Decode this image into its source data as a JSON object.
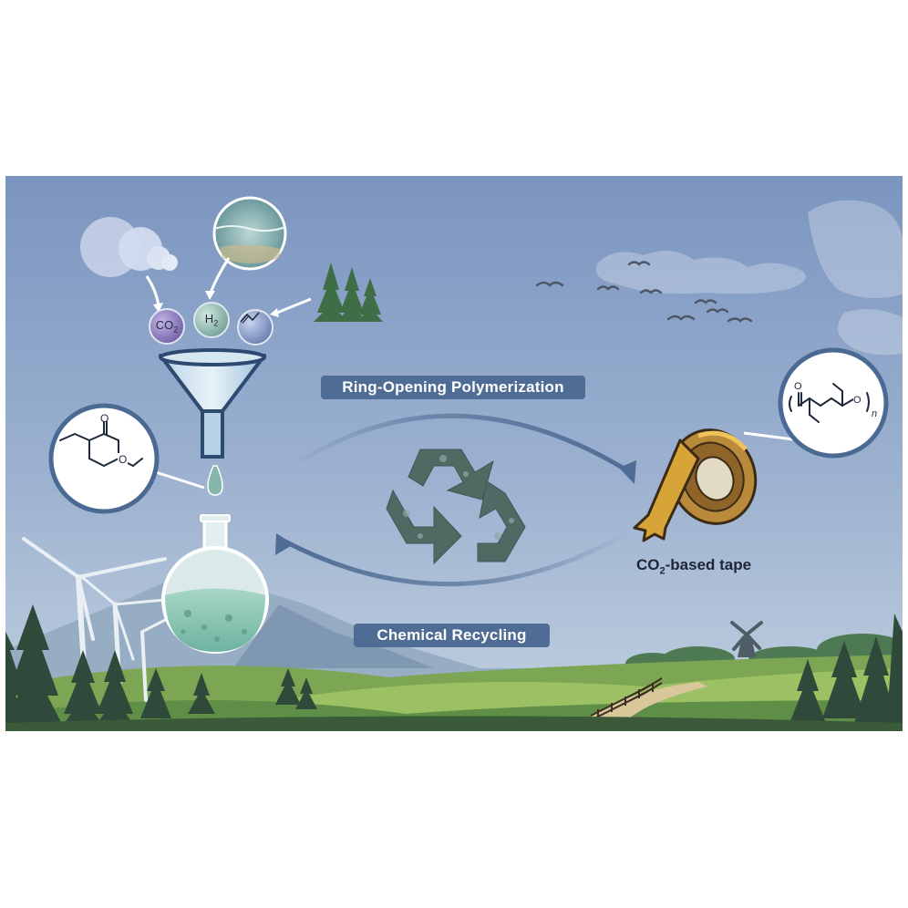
{
  "labels": {
    "rop": "Ring-Opening Polymerization",
    "recycling": "Chemical Recycling",
    "tape_prefix": "CO",
    "tape_sub": "2",
    "tape_suffix": "-based tape"
  },
  "feedstocks": {
    "co2_main": "CO",
    "co2_sub": "2",
    "h2_main": "H",
    "h2_sub": "2"
  },
  "polymer_repeat_unit": "n",
  "lactone_ring_atoms": {
    "carbonyl_o": "O",
    "ring_o": "O"
  },
  "icons": [
    "cloud-icon",
    "sea-water-icon",
    "pine-trees-icon",
    "funnel-icon",
    "droplet-icon",
    "round-bottom-flask-icon",
    "recycle-icon",
    "tape-roll-icon",
    "wind-turbine-icon",
    "windmill-icon",
    "bird-icon"
  ],
  "colors": {
    "sky_top": "#7f98c2",
    "sky_bottom": "#b9c9dc",
    "pill": "#4f6c94",
    "bubble_border": "#4a6a94",
    "co2_ball": "#7d6bb0",
    "h2_ball": "#78a99a",
    "propylene_ball": "#6f86b9",
    "tape": "#d6a437",
    "grass": "#6d9a4a"
  }
}
